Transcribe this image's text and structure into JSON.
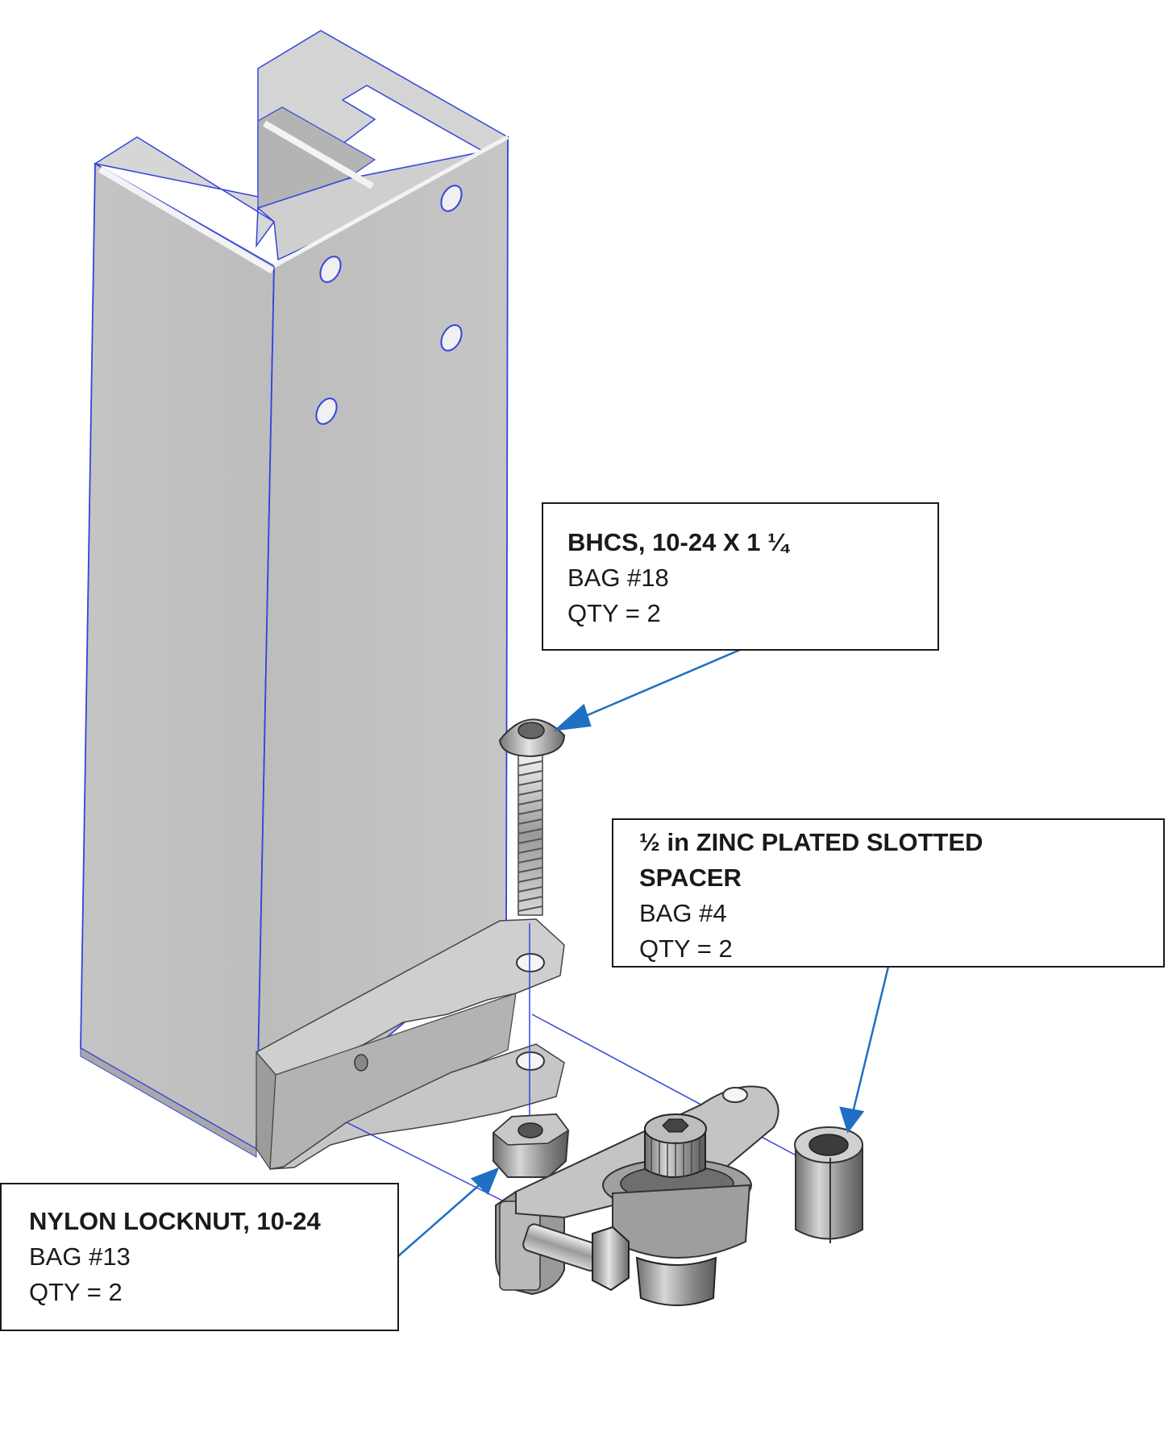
{
  "callouts": {
    "bhcs": {
      "title": "BHCS, 10-24 X 1 ¼",
      "bag": "BAG #18",
      "qty": "QTY = 2"
    },
    "spacer": {
      "title_line1": "½ in ZINC PLATED SLOTTED",
      "title_line2": "SPACER",
      "bag": "BAG #4",
      "qty": "QTY = 2"
    },
    "locknut": {
      "title": "NYLON LOCKNUT, 10-24",
      "bag": "BAG #13",
      "qty": "QTY = 2"
    }
  },
  "colors": {
    "arrow": "#1f6fc4",
    "axis": "#3344dd",
    "metal": "#c9c9c9",
    "outline": "#333333",
    "text": "#1a1a1a"
  }
}
